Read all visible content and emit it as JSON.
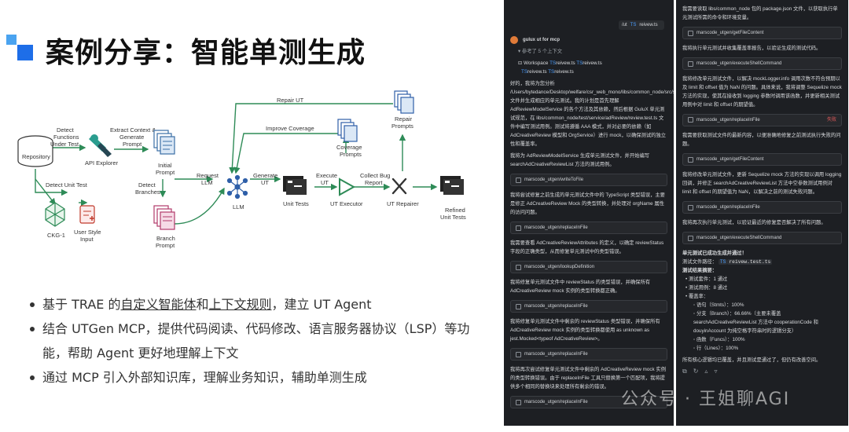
{
  "slide": {
    "title": "案例分享：智能单测生成",
    "colors": {
      "accent": "#1e6ee8",
      "accent_light": "#4aa3f0"
    }
  },
  "diagram": {
    "repository": "Repository",
    "detect_functions": "Detect Functions Under Test",
    "extract_context": "Extract Context & Generate Prompt",
    "api_explorer": "API Explorer",
    "initial_prompt": "Initial Prompt",
    "detect_branches": "Detect Branches",
    "branch_prompt": "Branch Prompt",
    "detect_unit_test": "Detect Unit Test",
    "ckg": "CKG-1",
    "user_style": "User Style Input",
    "request_llm": "Request LLM",
    "llm": "LLM",
    "generate_ut": "Generate UT",
    "unit_tests": "Unit Tests",
    "execute_ut": "Execute UT",
    "ut_executor": "UT Executor",
    "collect_bug": "Collect Bug Report",
    "ut_repairer": "UT Repairer",
    "refined": "Refined Unit Tests",
    "repair_ut": "Repair UT",
    "improve_coverage": "Improve Coverage",
    "coverage_prompts": "Coverage Prompts",
    "repair_prompts": "Repair Prompts"
  },
  "bullets": {
    "b1_pre": "基于 TRAE 的",
    "b1_link1": "自定义智能体",
    "b1_and": "和",
    "b1_link2": "上下文规则",
    "b1_post": "，建立 UT Agent",
    "b2": "结合 UTGen MCP，提供代码阅读、代码修改、语言服务器协议（LSP）等功能，帮助 Agent 更好地理解上下文",
    "b3": "通过 MCP 引入外部知识库，理解业务知识，辅助单测生成"
  },
  "chat_left": {
    "command": "/ut",
    "command_file": "reivew.ts",
    "agent_name": "gulux ut for mcp",
    "refs": "参考了 5 个上下文",
    "workspace": "Workspace",
    "ref_file1": "reivew.ts",
    "ref_file2": "reivew.ts",
    "ref_file3": "reivew.ts",
    "ref_file4": "reivew.ts",
    "para1": "好的，我将为您分析 /Users/bytedance/Desktop/welfare/csr_web_mono/libs/common_node/src/service/adReview/review.ts 文件并生成相应的单元测试。我的计划是首先理解 AdReviewModelService 的各个方法及其依赖，然后根据 GuluX 单元测试规范，在 libs/common_node/test/service/adReview/review.test.ts 文件中编写测试用例。测试将遵循 AAA 模式，并对必要的依赖（如 AdCreativeReview 模型和 OrgService）进行 mock，以确保测试的独立性和覆盖率。",
    "para2": "我将为 AdReviewModelService 生成单元测试文件，并开始编写 searchAdCreativeReviewList 方法的测试用例。",
    "tool1": "marscode_utgen/writeToFile",
    "para3": "我将尝试修复之前生成的单元测试文件中的 TypeScript 类型错误，主要是修正 AdCreativeReview Mock 的类型转换，并处理对 orgName 属性的访问问题。",
    "tool2": "marscode_utgen/replaceInFile",
    "para4": "我需要查看 AdCreativeReviewAttributes 的定义，以确定 reviewStatus 字段的正确类型，从而修复单元测试中的类型错误。",
    "tool3": "marscode_utgen/lookupDefinition",
    "para5": "我将修复单元测试文件中 reviewStatus 的类型错误，并确保所有 AdCreativeReview mock 实例的类型转换都正确。",
    "tool4": "marscode_utgen/replaceInFile",
    "para6": "我将修复单元测试文件中剩余的 reviewStatus 类型错误，并确保所有 AdCreativeReview mock 实例的类型转换都使用 as unknown as jest.Mocked<typeof AdCreativeReview>。",
    "tool5": "marscode_utgen/replaceInFile",
    "para7": "我将再次尝试修复单元测试文件中剩余的 AdCreativeReview mock 实例的类型转换错误。由于 replaceInFile 工具只替换第一个匹配项，我将提供多个相同的替换块来处理所有剩余的错误。",
    "tool6": "marscode_utgen/replaceInFile"
  },
  "chat_right": {
    "para0": "我需要读取 libs/common_node 包的 package.json 文件，以获取执行单元测试所需的命令和环境变量。",
    "tool1": "marscode_utgen/getFileContent",
    "para1": "我将执行单元测试并收集覆盖率报告，以验证生成的测试代码。",
    "tool2": "marscode_utgen/executeShellCommand",
    "para2": "我将修改单元测试文件，以解决 mockLogger.info 调用次数不符合预期以及 limit 和 offset 值为 NaN 的问题。具体来说，我将调整 Sequelize mock 方法的实现，使其在接收到 logging 参数时调用该函数，并更新相关测试用例中对 limit 和 offset 的期望值。",
    "tool3": "marscode_utgen/replaceInFile",
    "tool3_status": "失败",
    "para3": "我需要获取测试文件的最新内容，以便准确地修复之前测试执行失败的问题。",
    "tool4": "marscode_utgen/getFileContent",
    "para4": "我将修改单元测试文件，更新 Sequelize mock 方法的实现以调用 logging 回调，并修正 searchAdCreativeReviewList 方法中空参数测试用例对 limit 和 offset 的期望值为 NaN，以解决之前的测试失败问题。",
    "tool5": "marscode_utgen/replaceInFile",
    "para5": "我将再次执行单元测试，以验证最近的修复是否解决了所有问题。",
    "tool6": "marscode_utgen/executeShellCommand",
    "done": "单元测试已成功生成并通过！",
    "test_file_label": "测试文件路径：",
    "test_file": "reivew.test.ts",
    "summary_title": "测试结果摘要：",
    "suites": "测试套件：1 通过",
    "cases": "测试用例：8 通过",
    "coverage": "覆盖率：",
    "cov_stmts": "语句（Stmts）：100%",
    "cov_branch": "分支（Branch）：66.66%（主要未覆盖 searchAdCreativeReviewList 方法中 cooperationCode 和 douyinAccount 为纯空格字符串时的逻辑分支）",
    "cov_funcs": "函数（Funcs）：100%",
    "cov_lines": "行（Lines）：100%",
    "footer": "所有核心逻辑均已覆盖，并且测试是通过了，但仍有改善空间。"
  },
  "watermark": "公众号 · 王姐聊AGI"
}
